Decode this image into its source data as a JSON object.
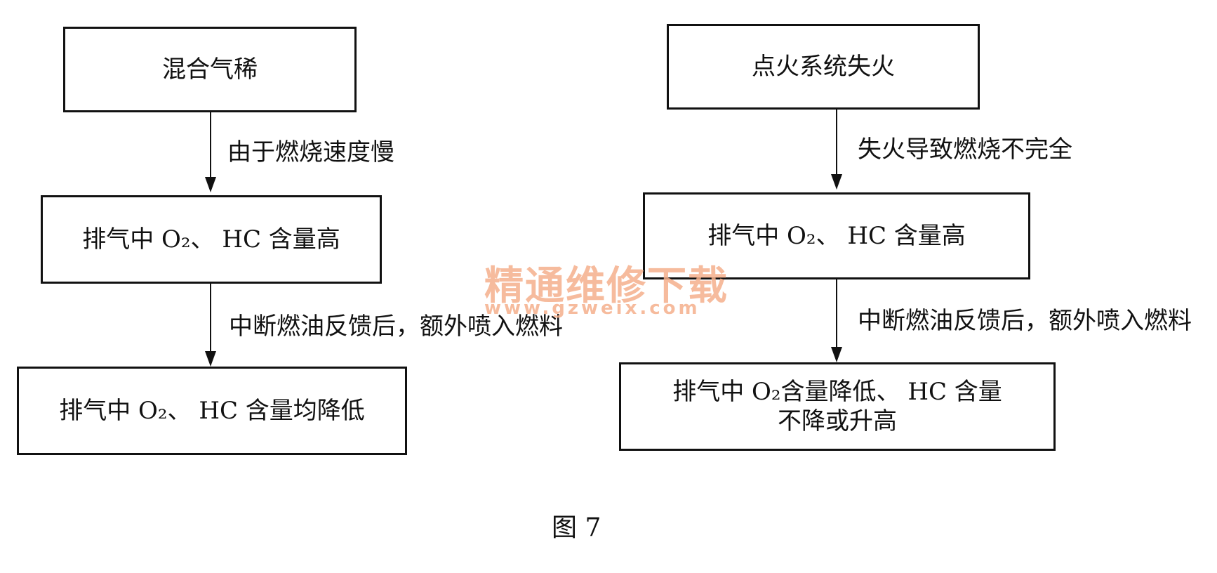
{
  "left_flow": {
    "box1": "混合气稀",
    "edge1": "由于燃烧速度慢",
    "box2": "排气中 O₂、 HC 含量高",
    "edge2": "中断燃油反馈后，额外喷入燃料",
    "box3": "排气中 O₂、 HC 含量均降低"
  },
  "right_flow": {
    "box1": "点火系统失火",
    "edge1": "失火导致燃烧不完全",
    "box2": "排气中 O₂、 HC 含量高",
    "edge2": "中断燃油反馈后，额外喷入燃料",
    "box3_line1": "排气中 O₂含量降低、 HC 含量",
    "box3_line2": "不降或升高"
  },
  "caption": "图 7",
  "watermark": {
    "title": "精通维修下载",
    "url": "www.gzweix.com"
  }
}
